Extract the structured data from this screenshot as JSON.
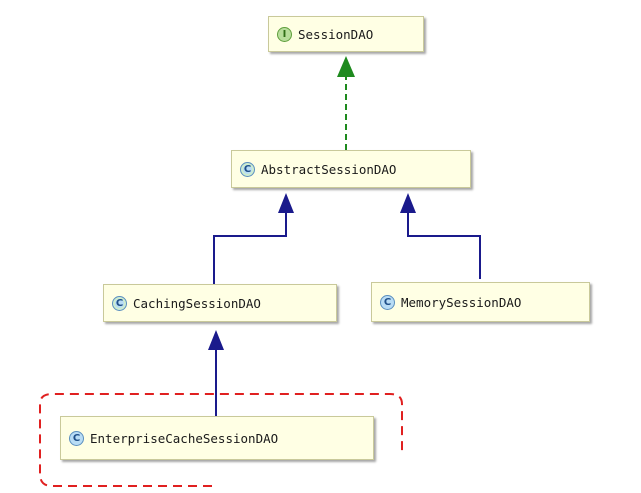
{
  "diagram": {
    "nodes": [
      {
        "id": "session-dao",
        "label": "SessionDAO",
        "kind": "interface",
        "badge": "I"
      },
      {
        "id": "abstract-session-dao",
        "label": "AbstractSessionDAO",
        "kind": "abstract-class",
        "badge": "C"
      },
      {
        "id": "caching-session-dao",
        "label": "CachingSessionDAO",
        "kind": "abstract-class",
        "badge": "C"
      },
      {
        "id": "memory-session-dao",
        "label": "MemorySessionDAO",
        "kind": "class",
        "badge": "C"
      },
      {
        "id": "enterprise-cache-session-dao",
        "label": "EnterpriseCacheSessionDAO",
        "kind": "class",
        "badge": "C"
      }
    ],
    "edges": [
      {
        "from": "abstract-session-dao",
        "to": "session-dao",
        "type": "implements"
      },
      {
        "from": "caching-session-dao",
        "to": "abstract-session-dao",
        "type": "extends"
      },
      {
        "from": "memory-session-dao",
        "to": "abstract-session-dao",
        "type": "extends"
      },
      {
        "from": "enterprise-cache-session-dao",
        "to": "caching-session-dao",
        "type": "extends"
      }
    ],
    "highlight": {
      "node": "enterprise-cache-session-dao",
      "style": "dashed",
      "color": "#e02020"
    }
  },
  "colors": {
    "implements_arrow": "#1e8a1e",
    "extends_arrow": "#1a1a8c",
    "node_fill": "#ffffe4"
  }
}
